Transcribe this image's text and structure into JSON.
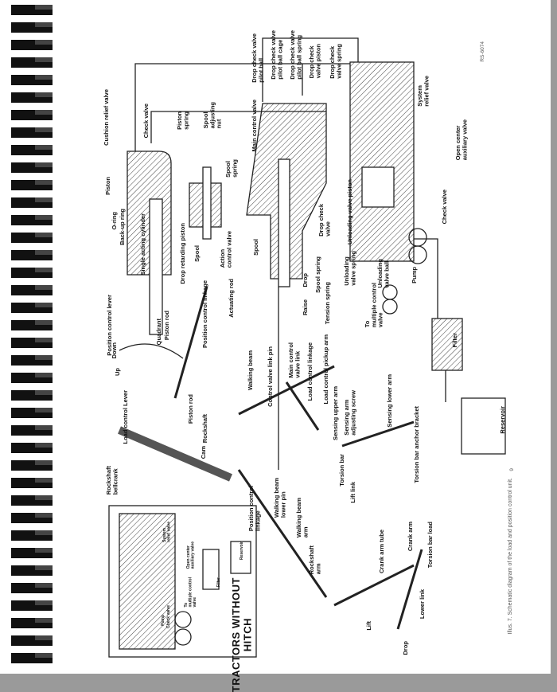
{
  "doc_code": "RS-6074",
  "caption": "Illus. 7. Schematic diagram of the load and position control unit.",
  "page_number": "9",
  "labels": {
    "cushion_relief_valve": "Cushion relief valve",
    "check_valve_top": "Check valve",
    "piston": "Piston",
    "o_ring": "O-ring",
    "backup_ring": "Back-up ring",
    "single_acting_cylinder": "Single acting cylinder",
    "piston_spring": "Piston\nspring",
    "spool_adjusting_nut": "Spool\nadjusting\nnut",
    "spool_spring_top": "Spool\nspring",
    "drop_retarding_piston": "Drop retarding piston",
    "spool_left": "Spool",
    "action_control_valve": "Action\ncontrol valve",
    "position_control_lever": "Position control lever",
    "piston_rod_top": "Piston rod",
    "quadrant": "Quadrant",
    "position_control_linkage_top": "Position control linkage",
    "actuating_rod": "Actuating rod",
    "main_control_valve": "Main control valve",
    "spool_mid": "Spool",
    "dcv_pilot_ball": "Drop check valve\npilot ball",
    "dcv_pilot_ball_cage": "Drop check valve\npilot ball cage",
    "dcv_pilot_ball_spring": "Drop check valve\npilot ball spring",
    "dcv_piston": "Drop check\nvalve piston",
    "dcv_spring": "Drop check\nvalve spring",
    "drop_check_valve": "Drop check\nvalve",
    "spool_spring_mid": "Spool spring",
    "tension_spring": "Tension spring",
    "raise": "Raise",
    "drop_top": "Drop",
    "system_relief_valve": "System\nrelief valve",
    "open_center_aux_valve": "Open center\nauxiliary valve",
    "check_valve_right": "Check valve",
    "unloading_valve_piston": "Unloading valve piston",
    "unloading_valve_spring": "Unloading\nvalve spring",
    "unloading_valve_ball": "Unloading\nvalve ball",
    "pump": "Pump",
    "to_multiple_control_valve": "To\nmultiple control\nvalve",
    "filter": "Filter",
    "reservoir": "Reservoir",
    "down": "Down",
    "up": "Up",
    "load_control_lever": "Load control Lever",
    "rockshaft_bellcrank": "Rockshaft\nbellcrank",
    "piston_rod_low": "Piston rod",
    "rockshaft": "Rockshaft",
    "cam": "Cam",
    "walking_beam": "Walking beam",
    "control_valve_link_pin": "Control valve link pin",
    "main_control_valve_link": "Main control\nvalve link",
    "load_control_linkage": "Load control linkage",
    "load_control_pickup_arm": "Load control pickup arm",
    "sensing_upper_arm": "Sensing upper arm",
    "sensing_arm_adjusting_screw": "Sensing arm\nadjusting screw",
    "sensing_lower_arm": "Sensing lower arm",
    "torsion_bar_anchor_bracket": "Torsion bar anchor bracket",
    "walking_beam_lower_pin": "Walking beam\nlower pin",
    "walking_beam_arm": "Walking beam\narm",
    "position_control_linkage_low": "Position control\nlinkage",
    "rockshaft_arm": "Rockshaft\narm",
    "torsion_bar": "Torsion bar",
    "lift_link": "Lift link",
    "crank_arm_tube": "Crank arm tube",
    "crank_arm": "Crank arm",
    "torsion_bar_load": "Torsion bar load",
    "lower_link": "Lower link",
    "lift": "Lift",
    "drop_low": "Drop"
  },
  "inset": {
    "title": "TRACTORS WITHOUT\nHITCH",
    "system_relief_valve": "System\nrelief valve",
    "open_center_aux_valve": "Open center\nauxiliary valve",
    "reservoir": "Reservoir",
    "filter": "Filter",
    "to_multiple_control_valve": "To\nmultiple control\nvalve",
    "check_valve": "Check valve",
    "pump": "Pump"
  }
}
